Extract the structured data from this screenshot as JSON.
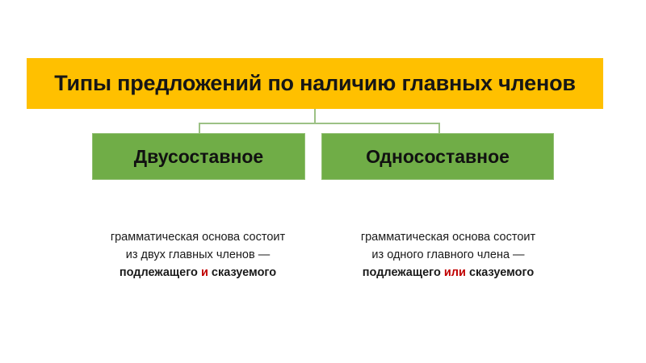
{
  "slide": {
    "title": "Типы предложений по наличию главных членов",
    "colors": {
      "title_background": "#FFC000",
      "title_text": "#161616",
      "box_background": "#70AD47",
      "box_border": "#92BF74",
      "connector": "#9CC185",
      "accent_red": "#C00000",
      "body_text": "#1A1A1A",
      "page_background": "#FFFFFF"
    },
    "branches": [
      {
        "label": "Двусоставное",
        "description": {
          "line1": "грамматическая основа состоит",
          "line2": "из двух главных членов —",
          "line3_before": "подлежащего ",
          "line3_accent": "и",
          "line3_after": " сказуемого"
        }
      },
      {
        "label": "Односоставное",
        "description": {
          "line1": "грамматическая основа состоит",
          "line2": "из одного главного члена —",
          "line3_before": "подлежащего ",
          "line3_accent": "или",
          "line3_after": " сказуемого"
        }
      }
    ]
  }
}
